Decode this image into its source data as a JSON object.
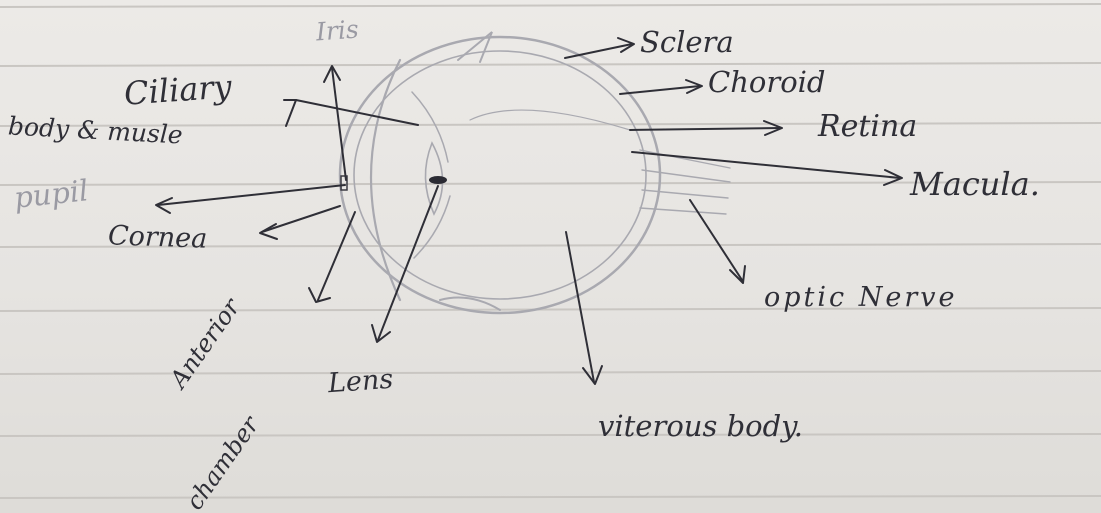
{
  "paper": {
    "background": "#e7e5e2",
    "rule_color": "#c9c6c2",
    "ink_color": "#2f2f37",
    "pencil_color": "#9a9aa3"
  },
  "labels": {
    "iris": "Iris",
    "ciliary": "Ciliary",
    "body_muscle": "body & musle",
    "pupil": "pupil",
    "cornea": "Cornea",
    "anterior": "Anterior",
    "chamber": "chamber",
    "lens": "Lens",
    "sclera": "Sclera",
    "choroid": "Choroid",
    "retina": "Retina",
    "macula": "Macula.",
    "optic_nerve": "optic Nerve",
    "viterous_body": "viterous body."
  }
}
